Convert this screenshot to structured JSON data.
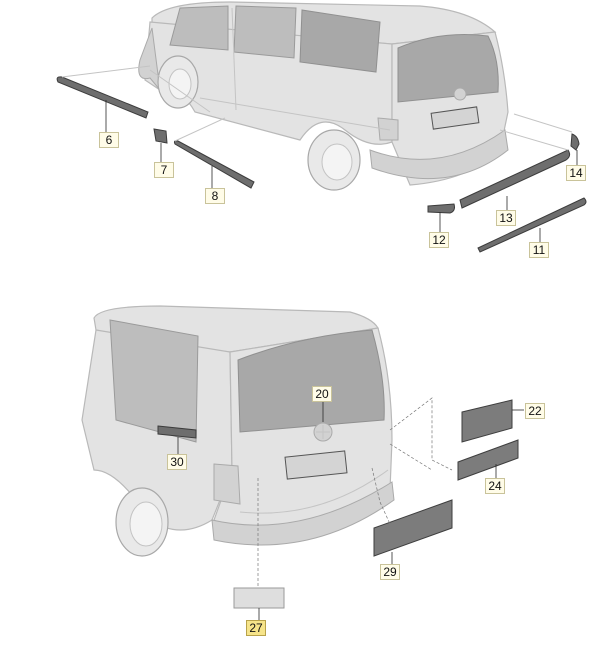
{
  "diagram": {
    "part_labels": [
      "6",
      "7",
      "8",
      "11",
      "12",
      "13",
      "14",
      "20",
      "22",
      "24",
      "27",
      "29",
      "30"
    ],
    "highlighted_label": "27"
  }
}
